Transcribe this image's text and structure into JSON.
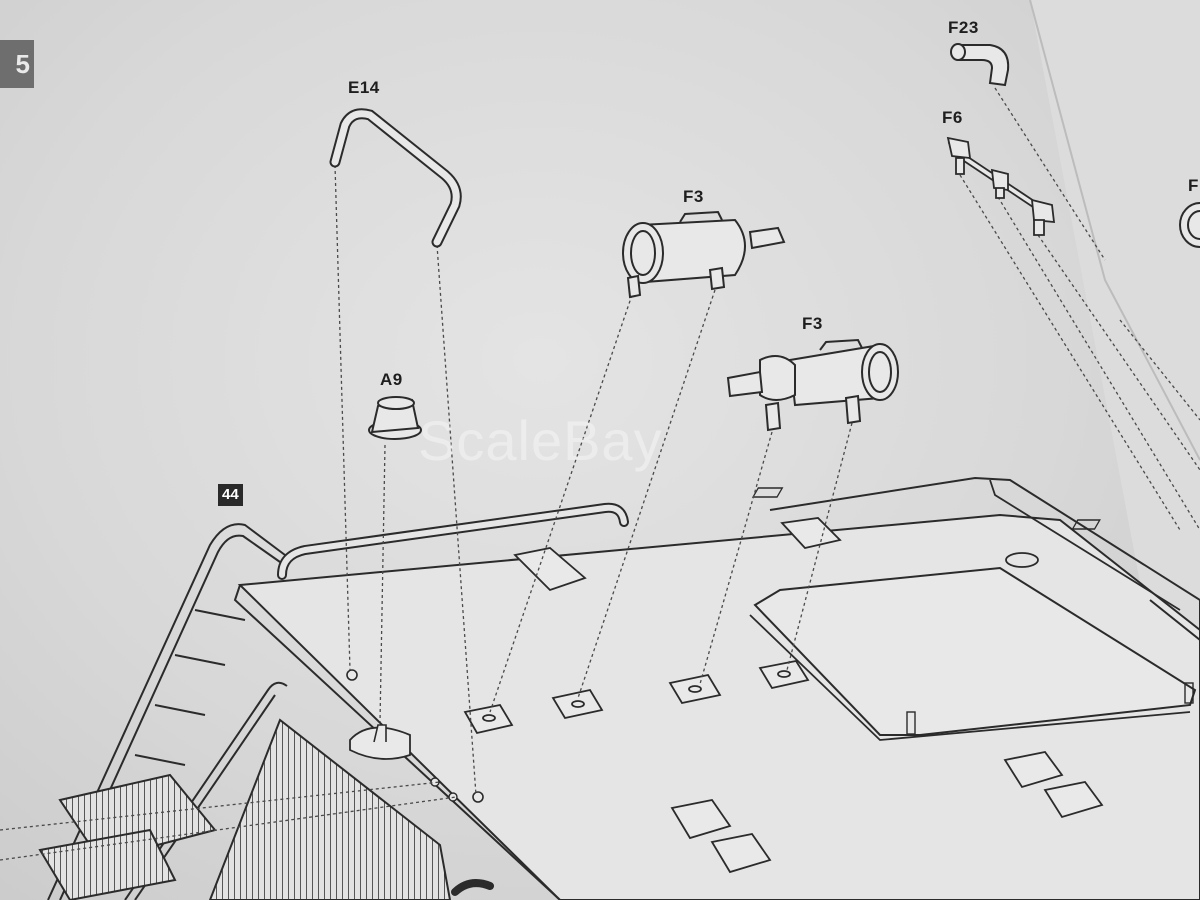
{
  "step_previous": "5",
  "step_current": "44",
  "watermark": "ScaleBay",
  "parts": [
    {
      "id": "E14"
    },
    {
      "id": "A9"
    },
    {
      "id": "F3"
    },
    {
      "id": "F3"
    },
    {
      "id": "F6"
    },
    {
      "id": "F23"
    },
    {
      "id": "F"
    }
  ],
  "colors": {
    "paper": "#d8d8d8",
    "line": "#2b2b2b",
    "fill": "#e6e6e6"
  }
}
